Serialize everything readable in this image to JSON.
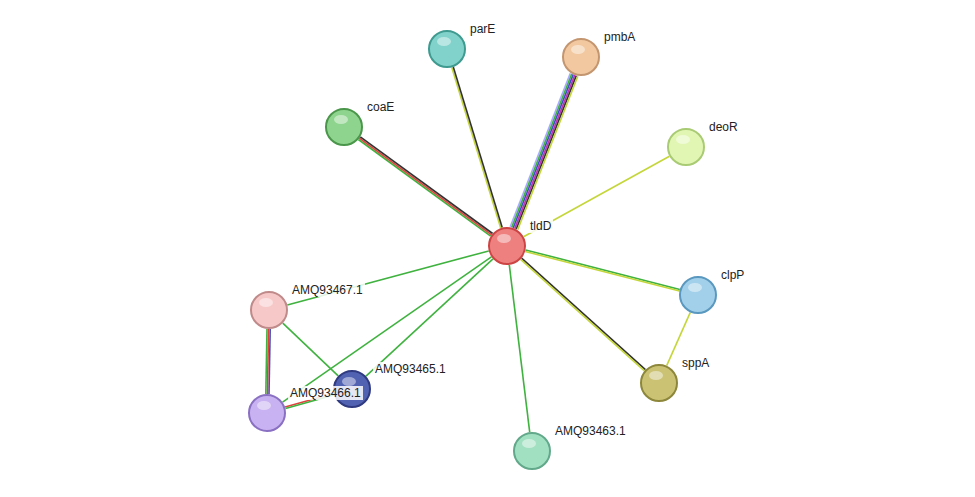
{
  "diagram": {
    "nodes": [
      {
        "text": [
          "parE"
        ]
      },
      {
        "text": [
          "pmbA"
        ]
      },
      {
        "text": [
          "coaE"
        ]
      },
      {
        "text": [
          "deoR"
        ]
      },
      {
        "text": [
          "tldD"
        ]
      },
      {
        "text": [
          "AMQ93467.1"
        ]
      },
      {
        "text": [
          "clpP"
        ]
      },
      {
        "text": [
          "sppA"
        ]
      },
      {
        "text": [
          "AMQ93465.1"
        ]
      },
      {
        "text": [
          "AMQ93466.1"
        ]
      },
      {
        "text": [
          "AMQ93463.1"
        ]
      }
    ],
    "edges": [
      {
        "from": 4,
        "to": 0,
        "arrow": "none"
      },
      {
        "from": 4,
        "to": 1,
        "arrow": "none"
      },
      {
        "from": 4,
        "to": 2,
        "arrow": "none"
      },
      {
        "from": 4,
        "to": 3,
        "arrow": "none"
      },
      {
        "from": 4,
        "to": 6,
        "arrow": "none"
      },
      {
        "from": 4,
        "to": 7,
        "arrow": "none"
      },
      {
        "from": 4,
        "to": 10,
        "arrow": "none"
      },
      {
        "from": 4,
        "to": 5,
        "arrow": "none"
      },
      {
        "from": 4,
        "to": 8,
        "arrow": "none"
      },
      {
        "from": 4,
        "to": 9,
        "arrow": "none"
      },
      {
        "from": 5,
        "to": 9,
        "arrow": "none"
      },
      {
        "from": 5,
        "to": 8,
        "arrow": "none"
      },
      {
        "from": 9,
        "to": 8,
        "arrow": "none"
      },
      {
        "from": 6,
        "to": 7,
        "arrow": "none"
      }
    ]
  }
}
